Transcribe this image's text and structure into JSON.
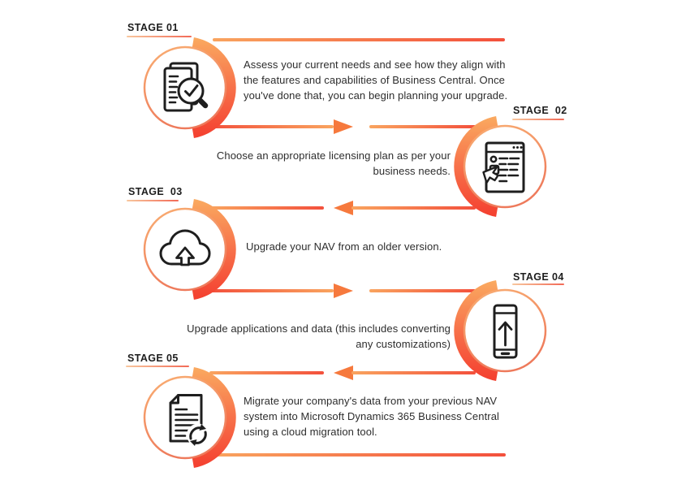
{
  "colors": {
    "accent_orange": "#F9A45F",
    "accent_red": "#F3503C",
    "arrow_orange": "#F6793D",
    "crescent_top": "#FAAA60",
    "crescent_bottom": "#F43F2F",
    "thin_ring": "#F29A68",
    "text_dark": "#2D2D2D",
    "label_dark": "#1D1D1D",
    "icon_stroke": "#1E1E1E"
  },
  "stages": [
    {
      "label": "STAGE 01",
      "icon": "document-review-icon",
      "description": "Assess your current needs and see how they align with the features and capabilities of Business Central. Once you've done that, you can begin planning your upgrade."
    },
    {
      "label": "STAGE  02",
      "icon": "licensing-plan-cursor-icon",
      "description": "Choose an appropriate licensing plan as per your business needs."
    },
    {
      "label": "STAGE  03",
      "icon": "cloud-upload-icon",
      "description": "Upgrade your NAV from an older version."
    },
    {
      "label": "STAGE 04",
      "icon": "mobile-upgrade-icon",
      "description": "Upgrade applications and data (this includes converting any customizations)"
    },
    {
      "label": "STAGE 05",
      "icon": "document-sync-icon",
      "description": "Migrate your company's data from your previous NAV system into Microsoft Dynamics 365 Business Central using a cloud migration tool."
    }
  ]
}
